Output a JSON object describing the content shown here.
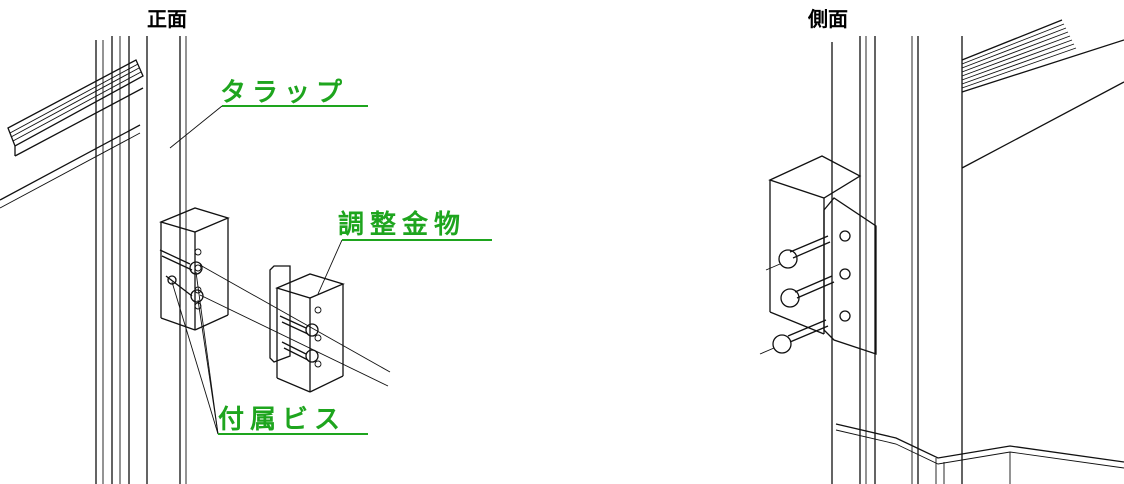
{
  "front": {
    "title": "正面"
  },
  "side": {
    "title": "側面"
  },
  "labels": {
    "tarappu": "タラップ",
    "adjust_bracket": "調整金物",
    "screws": "付属ビス"
  },
  "colors": {
    "label": "#1ea51e",
    "line": "#111111"
  }
}
